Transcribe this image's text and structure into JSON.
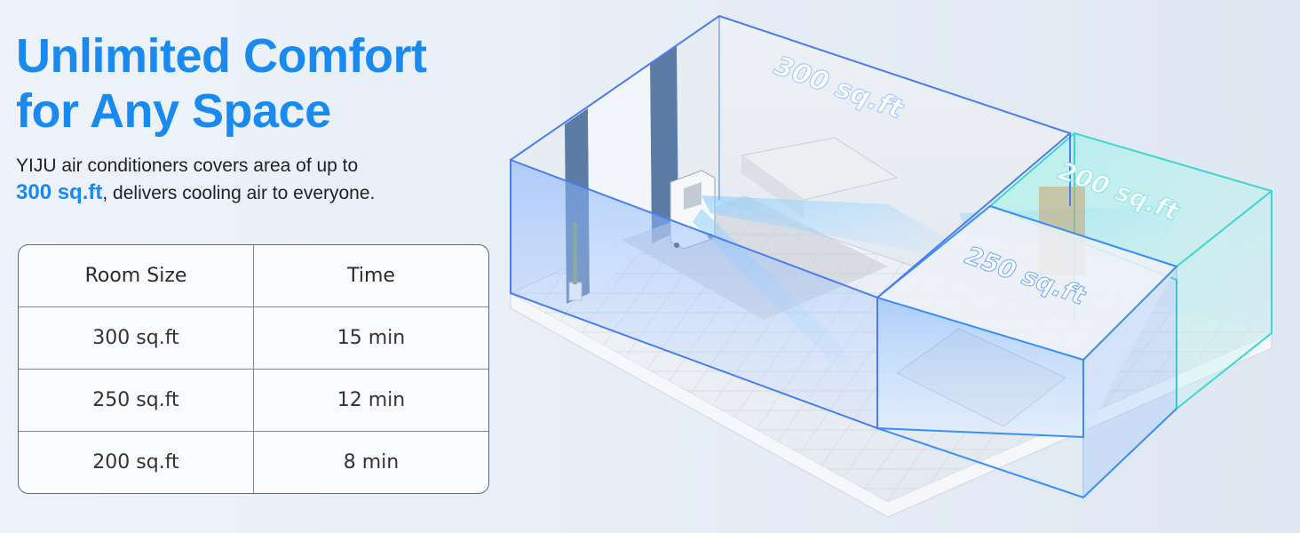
{
  "headline": {
    "line1": "Unlimited Comfort",
    "line2": "for Any Space"
  },
  "subtitle": {
    "line1": "YIJU air conditioners covers area of up to",
    "highlight": "300 sq.ft",
    "line2_rest": ", delivers cooling air to everyone."
  },
  "table": {
    "headers": [
      "Room Size",
      "Time"
    ],
    "rows": [
      {
        "size": "300 sq.ft",
        "time": "15 min"
      },
      {
        "size": "250 sq.ft",
        "time": "12 min"
      },
      {
        "size": "200 sq.ft",
        "time": "8 min"
      }
    ]
  },
  "rooms": [
    {
      "label": "300 sq.ft"
    },
    {
      "label": "200 sq.ft"
    },
    {
      "label": "250 sq.ft"
    }
  ],
  "colors": {
    "accent": "#1a8af0",
    "room_main": "#4a7df0",
    "room_secondary": "#3dd6d0",
    "room_bedroom": "#3a8cff"
  }
}
